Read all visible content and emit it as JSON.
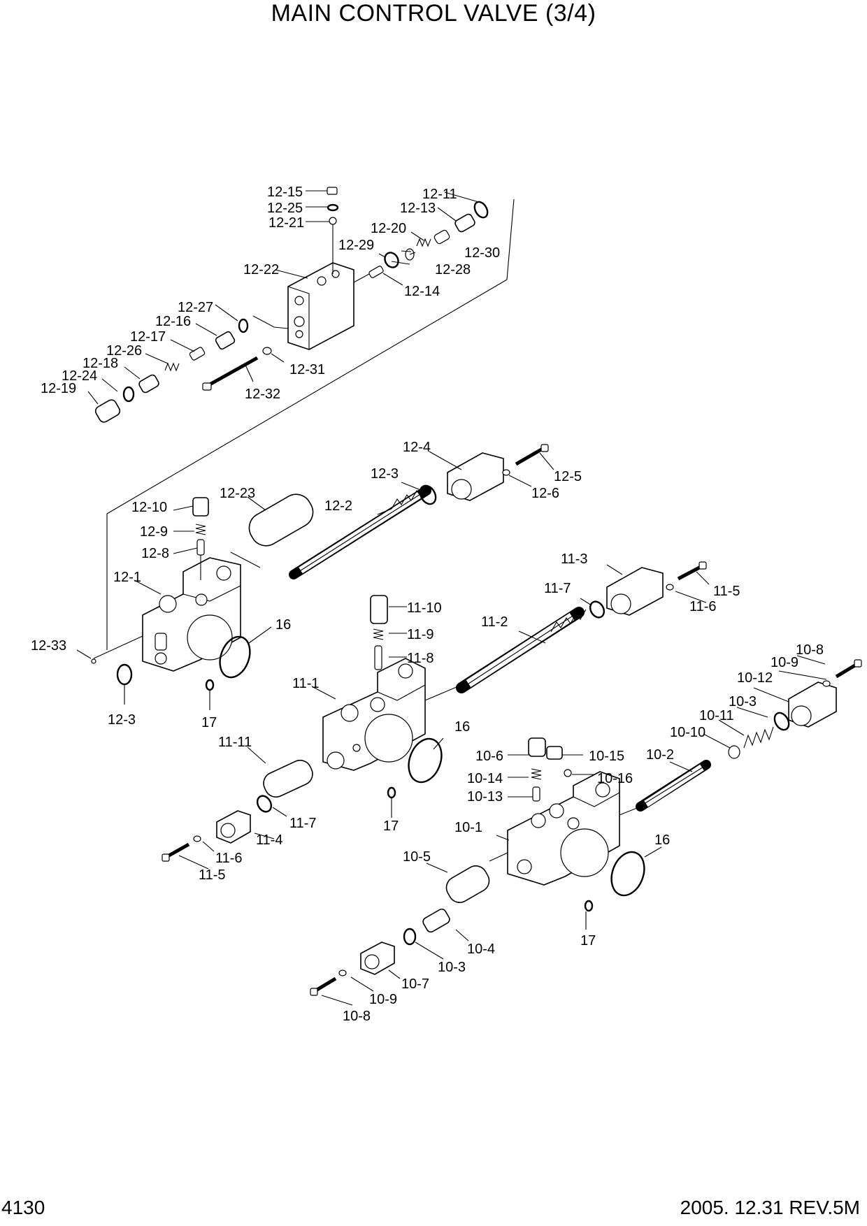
{
  "header": {
    "title": "MAIN CONTROL VALVE (3/4)"
  },
  "footer": {
    "page_number": "4130",
    "revision": "2005. 12.31  REV.5M"
  },
  "labels": [
    "12-15",
    "12-25",
    "12-21",
    "12-11",
    "12-13",
    "12-20",
    "12-29",
    "12-30",
    "12-28",
    "12-22",
    "12-14",
    "12-27",
    "12-16",
    "12-17",
    "12-26",
    "12-18",
    "12-24",
    "12-19",
    "12-31",
    "12-32",
    "12-4",
    "12-3",
    "12-5",
    "12-6",
    "12-23",
    "12-10",
    "12-9",
    "12-8",
    "12-2",
    "12-1",
    "16",
    "12-33",
    "12-3",
    "17",
    "11-3",
    "11-7",
    "11-5",
    "11-6",
    "11-10",
    "11-9",
    "11-2",
    "11-8",
    "11-1",
    "16",
    "11-11",
    "17",
    "11-7",
    "11-4",
    "11-6",
    "11-5",
    "10-8",
    "10-9",
    "10-12",
    "10-3",
    "10-11",
    "10-10",
    "10-2",
    "10-6",
    "10-15",
    "10-14",
    "10-16",
    "10-13",
    "10-1",
    "16",
    "10-5",
    "17",
    "10-4",
    "10-3",
    "10-7",
    "10-9",
    "10-8"
  ]
}
